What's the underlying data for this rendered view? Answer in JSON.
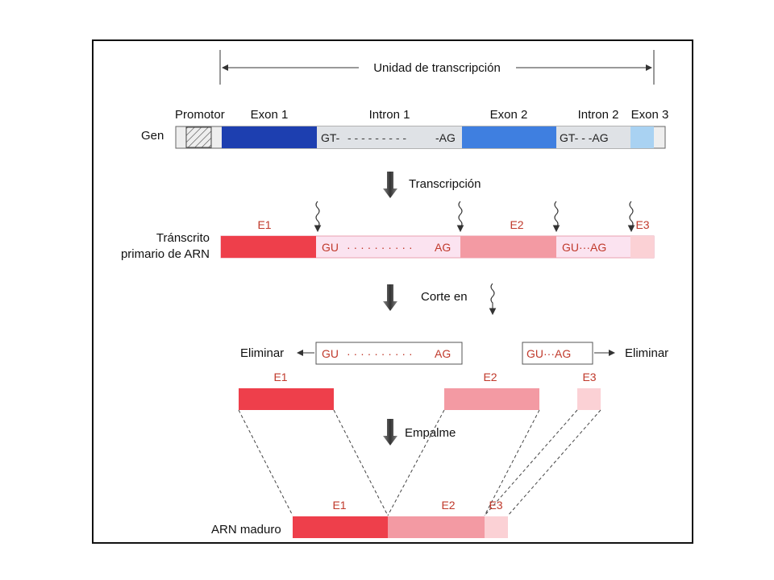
{
  "header": {
    "transcription_unit": "Unidad de transcripción"
  },
  "gene": {
    "row_label": "Gen",
    "promoter": "Promotor",
    "exon1": "Exon 1",
    "intron1": "Intron 1",
    "exon2": "Exon 2",
    "intron2": "Intron 2",
    "exon3": "Exon 3",
    "intron1_seq_start": "GT-",
    "intron1_seq_dash": "- - - - - - - - -",
    "intron1_seq_end": "-AG",
    "intron2_seq": "GT- - -AG"
  },
  "steps": {
    "transcription": "Transcripción",
    "cut": "Corte en",
    "splicing": "Empalme"
  },
  "primary": {
    "label_line1": "Tránscrito",
    "label_line2": "primario de ARN",
    "e1": "E1",
    "e2": "E2",
    "e3": "E3",
    "intron1_start": "GU",
    "intron1_dots": "· · · · · · · · · ·",
    "intron1_end": "AG",
    "intron2": "GU···AG"
  },
  "removed": {
    "left_label": "Eliminar",
    "right_label": "Eliminar",
    "intron1_start": "GU",
    "intron1_dots": "· · · · · · · · · ·",
    "intron1_end": "AG",
    "intron2": "GU···AG"
  },
  "exons": {
    "e1": "E1",
    "e2": "E2",
    "e3": "E3"
  },
  "mature": {
    "label": "ARN maduro",
    "e1": "E1",
    "e2": "E2",
    "e3": "E3"
  },
  "colors": {
    "exon1_blue": "#1d3fb0",
    "exon2_blue": "#3f7fe0",
    "exon3_blue": "#a9d2f2",
    "intron_grey": "#dfe2e6",
    "exon1_red": "#ee3f4b",
    "exon2_pink": "#f39aa3",
    "exon3_pink": "#fbd1d5",
    "intron_pink": "#fbe3f0",
    "text_red": "#c0392b"
  }
}
